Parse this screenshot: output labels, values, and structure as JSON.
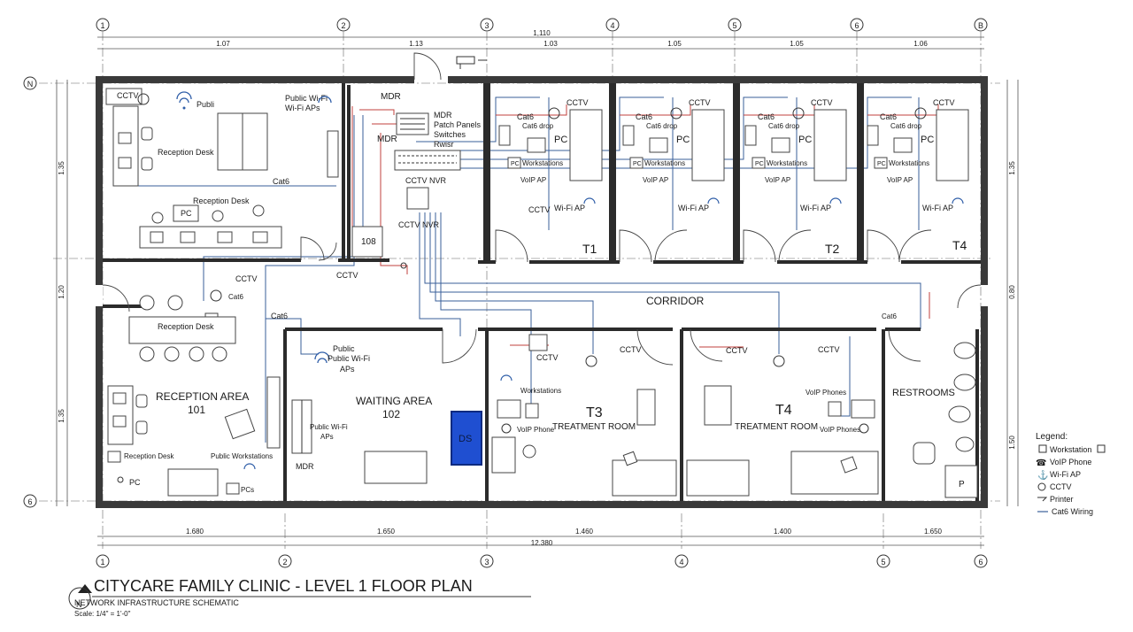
{
  "title": {
    "main": "CITYCARE FAMILY CLINIC - LEVEL 1 FLOOR PLAN",
    "sub": "NETWORK INFRASTRUCTURE SCHEMATIC",
    "scale": "Scale: 1/4\" = 1'-0\"",
    "north": "N"
  },
  "grid": {
    "top": [
      "1",
      "2",
      "3",
      "4",
      "5",
      "6",
      "B"
    ],
    "bottom": [
      "1",
      "2",
      "3",
      "4",
      "5",
      "6"
    ],
    "left_top": "N",
    "left_bottom": "6"
  },
  "dims": {
    "overall_top": "1,110",
    "top": [
      "1.07",
      "1.13",
      "1.03",
      "1.05",
      "1.05",
      "1.06"
    ],
    "bottom": [
      "1.680",
      "1.650",
      "1.460",
      "1.400",
      "1.650"
    ],
    "overall_bottom": "12.380",
    "left": [
      "1.35",
      "1.20",
      "1.35"
    ],
    "right": [
      "1.35",
      "0.80",
      "1.50"
    ]
  },
  "rooms": {
    "reception_upper": {
      "cctv": "CCTV",
      "public": "Publi",
      "public_wifi": [
        "Public Wi-Fi",
        "Wi-Fi APs"
      ],
      "desk1": "Reception Desk",
      "desk2": "Reception Desk",
      "pc": "PC",
      "cat6": "Cat6"
    },
    "mdr": {
      "mdr_top": "MDR",
      "mdr_left": "MDR",
      "panels": [
        "MDR",
        "Patch Panels",
        "Switches",
        "Rwisr"
      ],
      "nvr1": "CCTV NVR",
      "nvr2": "CCTV NVR",
      "room_no": "108"
    },
    "exam": [
      {
        "cctv": "CCTV",
        "cat6": "Cat6",
        "drop": "Cat6 drop",
        "pc": "PC",
        "pc_small": "PC",
        "ws": "Workstations",
        "voip": "VoIP AP",
        "cctv2": "CCTV",
        "wifi": "Wi-Fi AP",
        "label": "T1"
      },
      {
        "cctv": "CCTV",
        "cat6": "Cat6",
        "drop": "Cat6 drop",
        "pc": "PC",
        "pc_small": "PC",
        "ws": "Workstations",
        "voip": "VoIP AP",
        "cctv2": "",
        "wifi": "Wi-Fi AP",
        "label": ""
      },
      {
        "cctv": "CCTV",
        "cat6": "Cat6",
        "drop": "Cat6 drop",
        "pc": "PC",
        "pc_small": "PC",
        "ws": "Workstations",
        "voip": "VoIP AP",
        "cctv2": "",
        "wifi": "Wi-Fi AP",
        "label": "T2"
      },
      {
        "cctv": "CCTV",
        "cat6": "Cat6",
        "drop": "Cat6 drop",
        "pc": "PC",
        "pc_small": "PC",
        "ws": "Workstations",
        "voip": "VoIP AP",
        "cctv2": "",
        "wifi": "Wi-Fi AP",
        "label": "T4"
      }
    ],
    "corridor": {
      "label": "CORRIDOR",
      "cctv1": "CCTV",
      "cctv2": "CCTV",
      "cat6": "Cat6",
      "cat6_right": "Cat6"
    },
    "reception_area": {
      "cat6": "Cat6",
      "desk": "Reception Desk",
      "title": "RECEPTION AREA",
      "number": "101",
      "desk_bottom": "Reception Desk",
      "public_ws": "Public Workstations",
      "pcs": "PCs",
      "pc": "PC"
    },
    "waiting": {
      "public": "Public",
      "public_wifi": "Public Wi-Fi",
      "aps": "APs",
      "title": "WAITING AREA",
      "number": "102",
      "public_wifi2": "Public Wi-Fi",
      "aps2": "APs",
      "mdr": "MDR",
      "ds": "DS"
    },
    "t3": {
      "cctv": "CCTV",
      "cctv2": "CCTV",
      "ws": "Workstations",
      "label": "T3",
      "name": "TREATMENT ROOM",
      "voip": "VoIP Phone"
    },
    "t4": {
      "cctv": "CCTV",
      "cctv2": "CCTV",
      "voip": "VoIP Phones",
      "label": "T4",
      "name": "TREATMENT ROOM",
      "voip2": "VoIP Phones"
    },
    "restrooms": {
      "label": "RESTROOMS",
      "p": "P"
    }
  },
  "legend": {
    "title": "Legend:",
    "items": [
      "Workstation",
      "VoIP Phone",
      "Wi-Fi AP",
      "CCTV",
      "Printer",
      "Cat6 Wiring"
    ]
  },
  "colors": {
    "wall": "#3a3a3a",
    "cable_blue": "#3a5f9a",
    "cable_red": "#c2413c",
    "ds_fill": "#1f4fd1"
  }
}
